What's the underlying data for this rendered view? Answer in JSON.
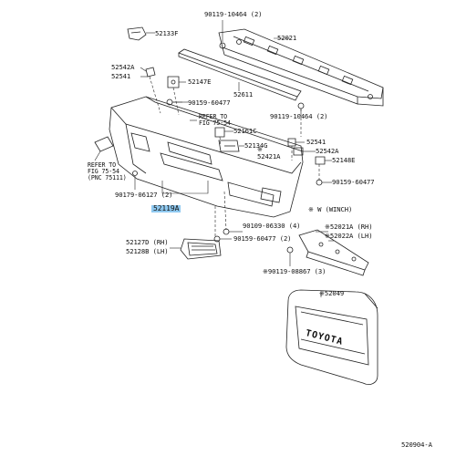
{
  "callouts": {
    "c90119_10464_top": "90119-10464 (2)",
    "c52133F": "52133F",
    "c52021": "52021",
    "c52542A_top": "52542A",
    "c52541_top": "52541",
    "c52147E": "52147E",
    "c90159_60477_top": "90159-60477",
    "c52611": "52611",
    "c90119_10464_mid": "90119-10464 (2)",
    "ref1_line1": "REFER TO",
    "ref1_line2": "FIG 75-54",
    "c52161C": "52161C",
    "c52134G": "52134G",
    "c52541_mid": "52541",
    "c52542A_mid": "52542A",
    "star_mark": "※",
    "c52421A": "52421A",
    "c52148E": "52148E",
    "ref2_line1": "REFER TO",
    "ref2_line2": "FIG 75-54",
    "ref2_line3": "(PNC 75111)",
    "c90159_60477_right": "90159-60477",
    "c90179_06127": "90179-06127 (2)",
    "c52119A": "52119A",
    "winch_note": "※ W (WINCH)",
    "c90109_06330": "90109-06330 (4)",
    "c52021_rh": "※52021A (RH)",
    "c52022_lh": "※52022A (LH)",
    "c52127D": "52127D (RH)",
    "c52128B": "52128B (LH)",
    "c90159_60477_low": "90159-60477 (2)",
    "c90119_08867": "※90119-08867 (3)",
    "c52049": "※52049",
    "grille_text": "TOYOTA",
    "diagram_id": "520904-A"
  }
}
